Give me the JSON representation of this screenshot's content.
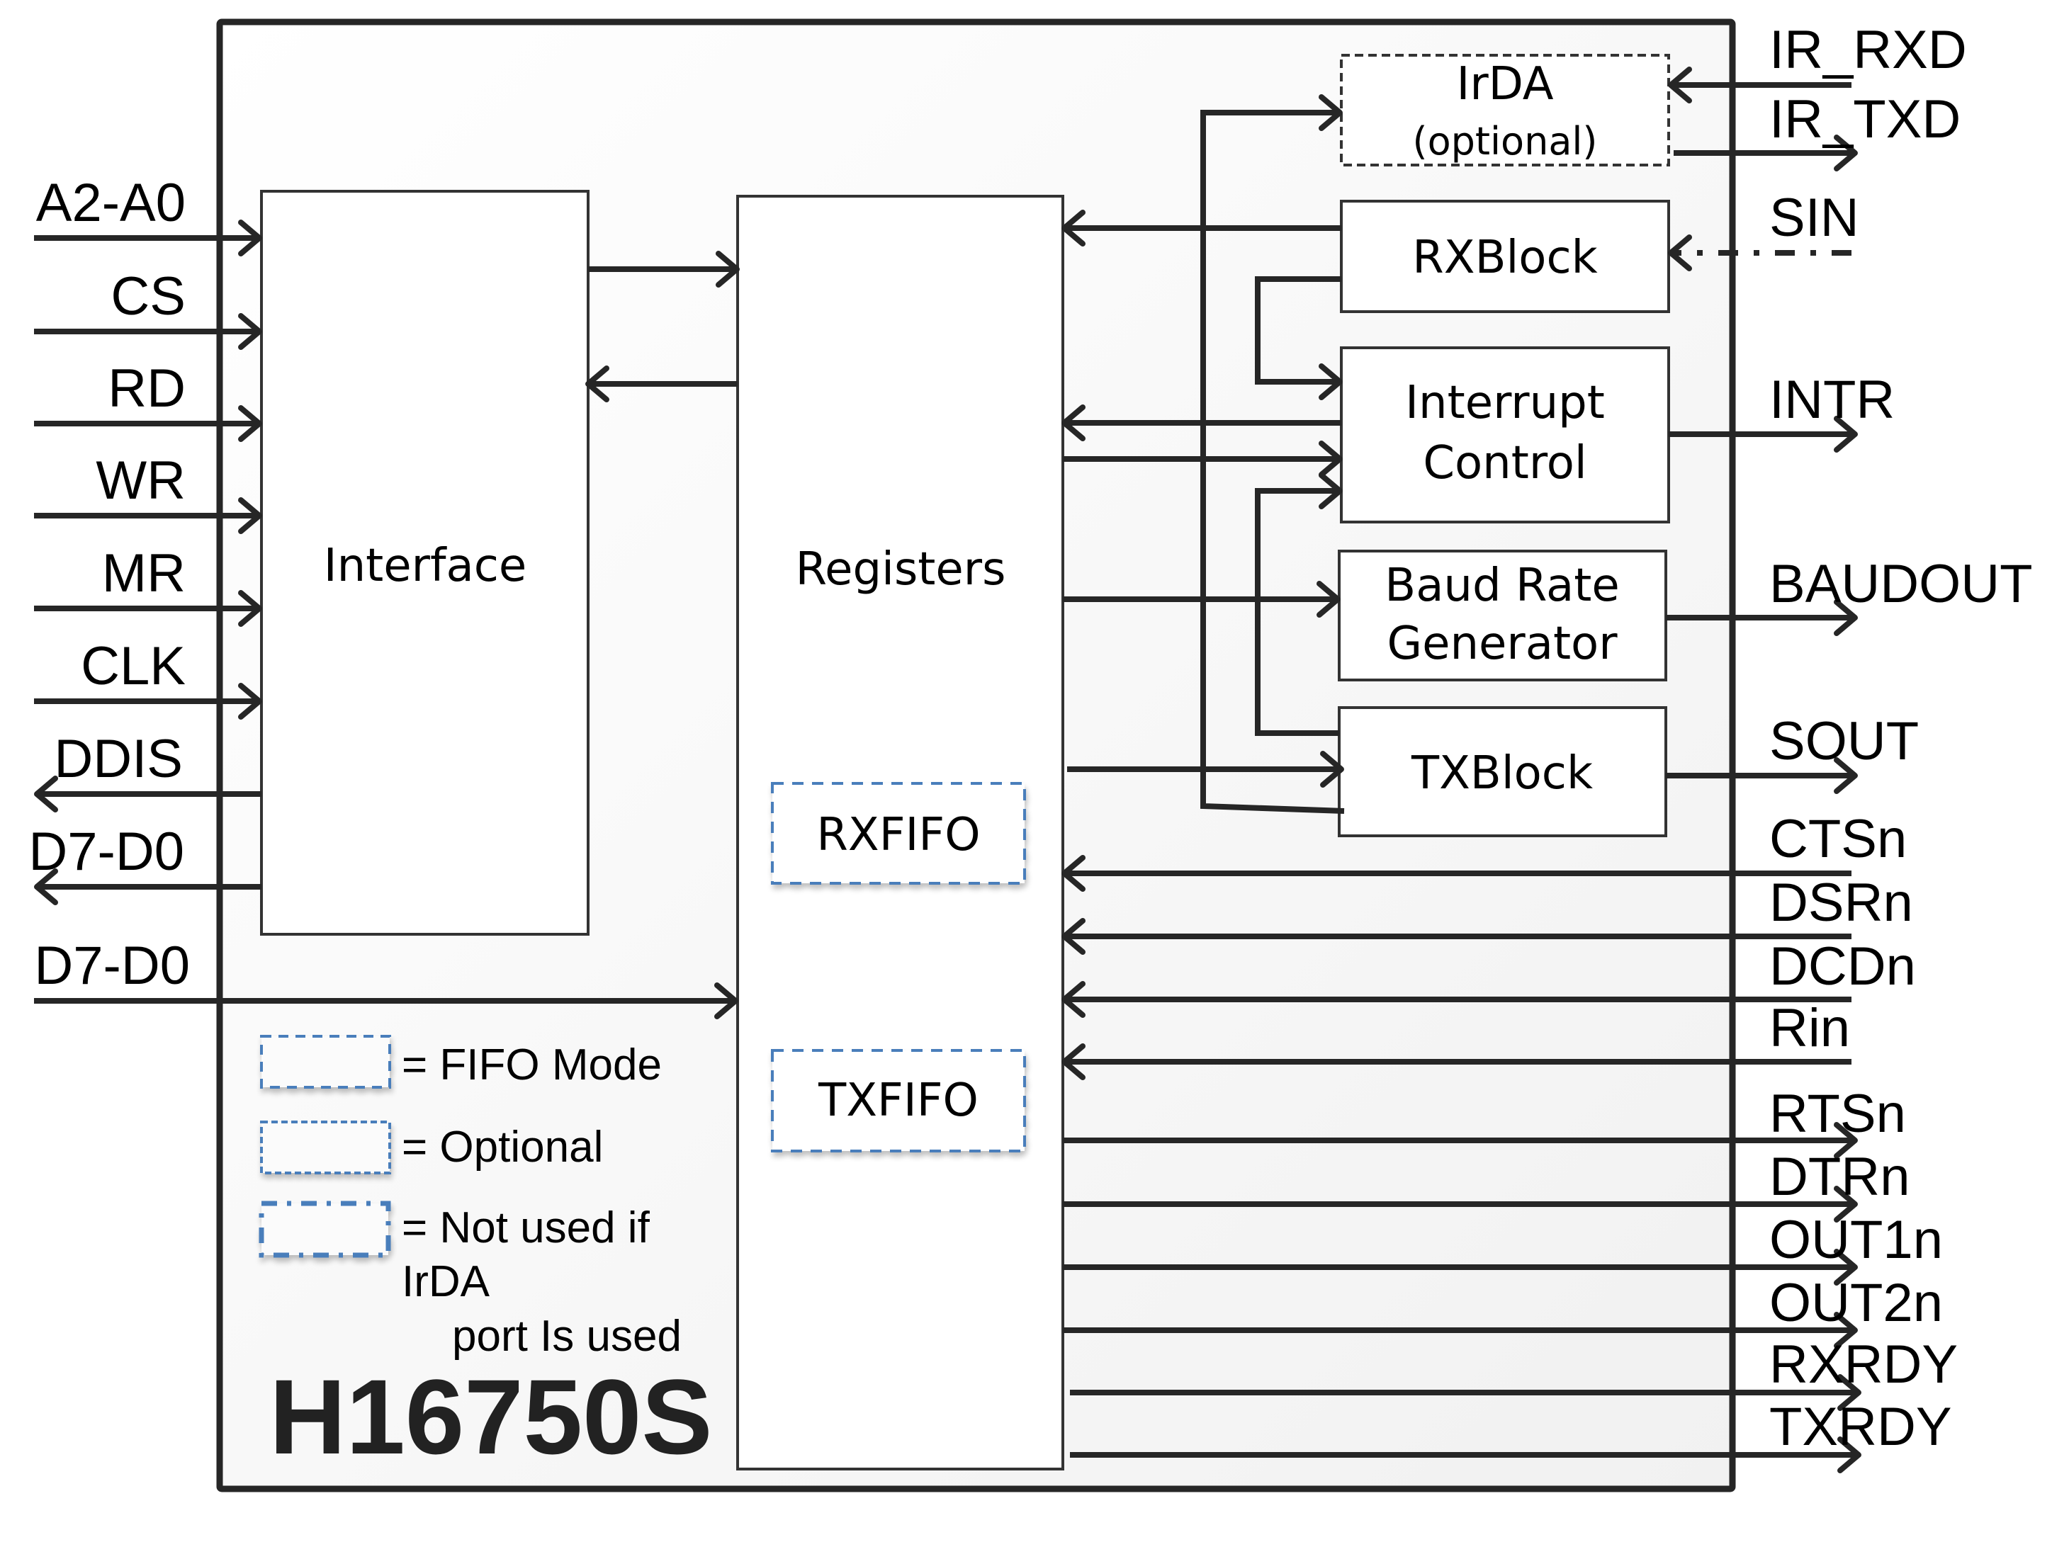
{
  "title": "H16750S",
  "blocks": {
    "interface": "Interface",
    "registers": "Registers",
    "rxfifo": "RXFIFO",
    "txfifo": "TXFIFO",
    "irda": {
      "line1": "IrDA",
      "line2": "(optional)"
    },
    "rxblock": "RXBlock",
    "interrupt": {
      "line1": "Interrupt",
      "line2": "Control"
    },
    "baud": {
      "line1": "Baud Rate",
      "line2": "Generator"
    },
    "txblock": "TXBlock"
  },
  "left_signals": [
    {
      "name": "A2-A0",
      "direction": "in"
    },
    {
      "name": "CS",
      "direction": "in"
    },
    {
      "name": "RD",
      "direction": "in"
    },
    {
      "name": "WR",
      "direction": "in"
    },
    {
      "name": "MR",
      "direction": "in"
    },
    {
      "name": "CLK",
      "direction": "in"
    },
    {
      "name": "DDIS",
      "direction": "out"
    },
    {
      "name": "D7-D0",
      "direction": "out"
    },
    {
      "name": "D7-D0",
      "direction": "in"
    }
  ],
  "right_signals": [
    {
      "name": "IR_RXD",
      "direction": "in"
    },
    {
      "name": "IR_TXD",
      "direction": "out"
    },
    {
      "name": "SIN",
      "direction": "in",
      "style": "dash-dot"
    },
    {
      "name": "INTR",
      "direction": "out"
    },
    {
      "name": "BAUDOUT",
      "direction": "out"
    },
    {
      "name": "SOUT",
      "direction": "out"
    },
    {
      "name": "CTSn",
      "direction": "in"
    },
    {
      "name": "DSRn",
      "direction": "in"
    },
    {
      "name": "DCDn",
      "direction": "in"
    },
    {
      "name": "Rin",
      "direction": "in"
    },
    {
      "name": "RTSn",
      "direction": "out"
    },
    {
      "name": "DTRn",
      "direction": "out"
    },
    {
      "name": "OUT1n",
      "direction": "out"
    },
    {
      "name": "OUT2n",
      "direction": "out"
    },
    {
      "name": "RXRDY",
      "direction": "out"
    },
    {
      "name": "TXRDY",
      "direction": "out"
    }
  ],
  "legend": {
    "fifo_mode": "= FIFO Mode",
    "optional": "= Optional",
    "not_used_line1": "= Not used if",
    "not_used_line2": "IrDA",
    "not_used_line3": "port Is used"
  },
  "colors": {
    "line": "#262626",
    "legend_blue": "#4A7EBB",
    "background": "#F7F7F7"
  }
}
